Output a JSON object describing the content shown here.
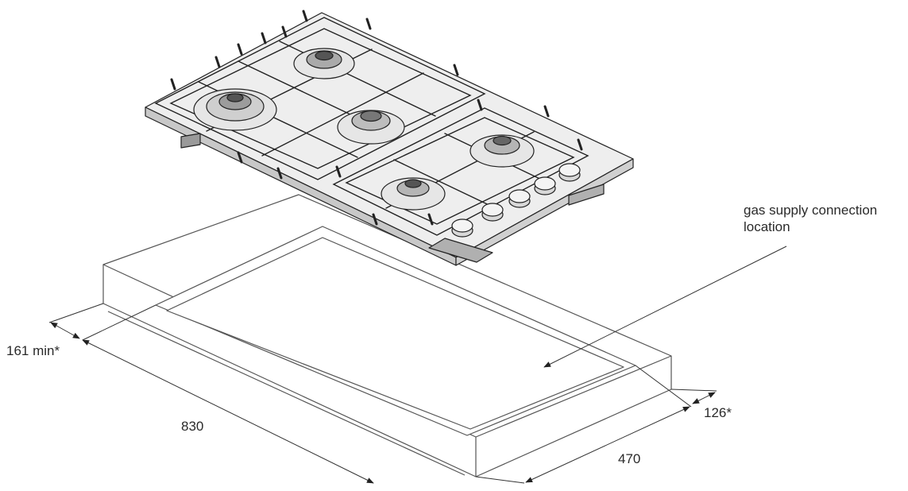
{
  "annotation": {
    "line1": "gas supply connection",
    "line2": "location"
  },
  "dimensions": {
    "depth_offset": "161 min*",
    "width": "830",
    "depth": "470",
    "rear_offset": "126*"
  }
}
